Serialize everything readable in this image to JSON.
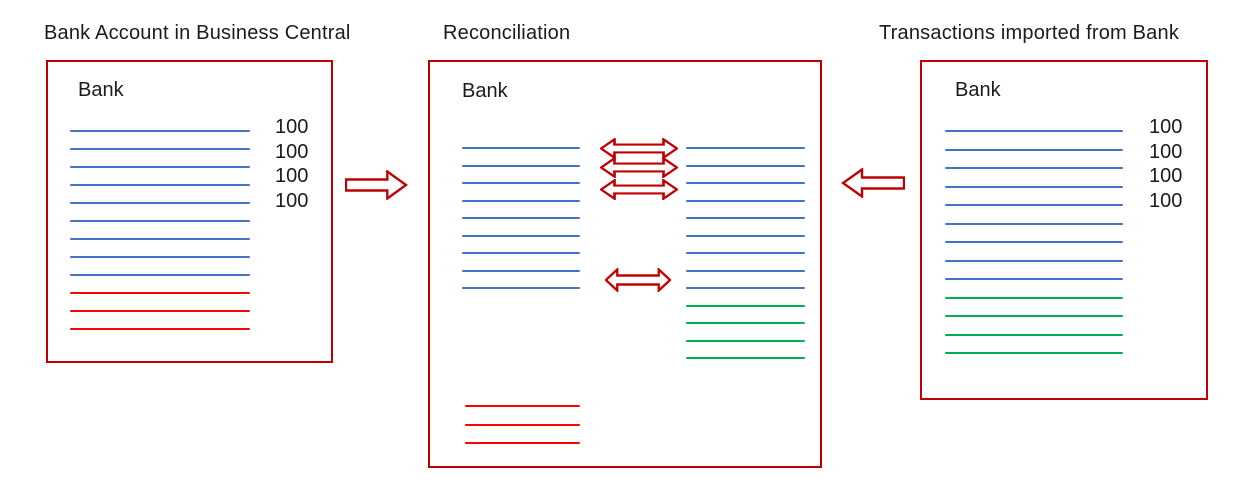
{
  "colors": {
    "accent": "#C00000",
    "entry_blue": "#4472C4",
    "entry_red": "#FF0000",
    "entry_green": "#00B050",
    "text": "#1b1b1b",
    "background": "#FFFFFF"
  },
  "panels": {
    "bank_central": {
      "title": "Bank Account in Business Central",
      "box_label": "Bank",
      "amounts": [
        "100",
        "100",
        "100",
        "100"
      ],
      "entry_lines": [
        "blue",
        "blue",
        "blue",
        "blue",
        "blue",
        "blue",
        "blue",
        "blue",
        "blue",
        "red",
        "red",
        "red"
      ]
    },
    "reconciliation": {
      "title": "Reconciliation",
      "box_label": "Bank",
      "ledger_column_lines": [
        "blue",
        "blue",
        "blue",
        "blue",
        "blue",
        "blue",
        "blue",
        "blue",
        "blue"
      ],
      "statement_column_lines": [
        "blue",
        "blue",
        "blue",
        "blue",
        "blue",
        "blue",
        "blue",
        "blue",
        "blue",
        "green",
        "green",
        "green",
        "green"
      ],
      "unmatched_column_lines": [
        "red",
        "red",
        "red"
      ]
    },
    "imported": {
      "title": "Transactions imported from Bank",
      "box_label": "Bank",
      "amounts": [
        "100",
        "100",
        "100",
        "100"
      ],
      "entry_lines": [
        "blue",
        "blue",
        "blue",
        "blue",
        "blue",
        "blue",
        "blue",
        "blue",
        "blue",
        "green",
        "green",
        "green",
        "green"
      ]
    }
  },
  "icons": {
    "flow_right_arrow": "hollow right arrow",
    "flow_left_arrow": "hollow left arrow",
    "match_arrows": "three stacked double-headed arrows",
    "single_match_arrow": "double-headed arrow"
  }
}
